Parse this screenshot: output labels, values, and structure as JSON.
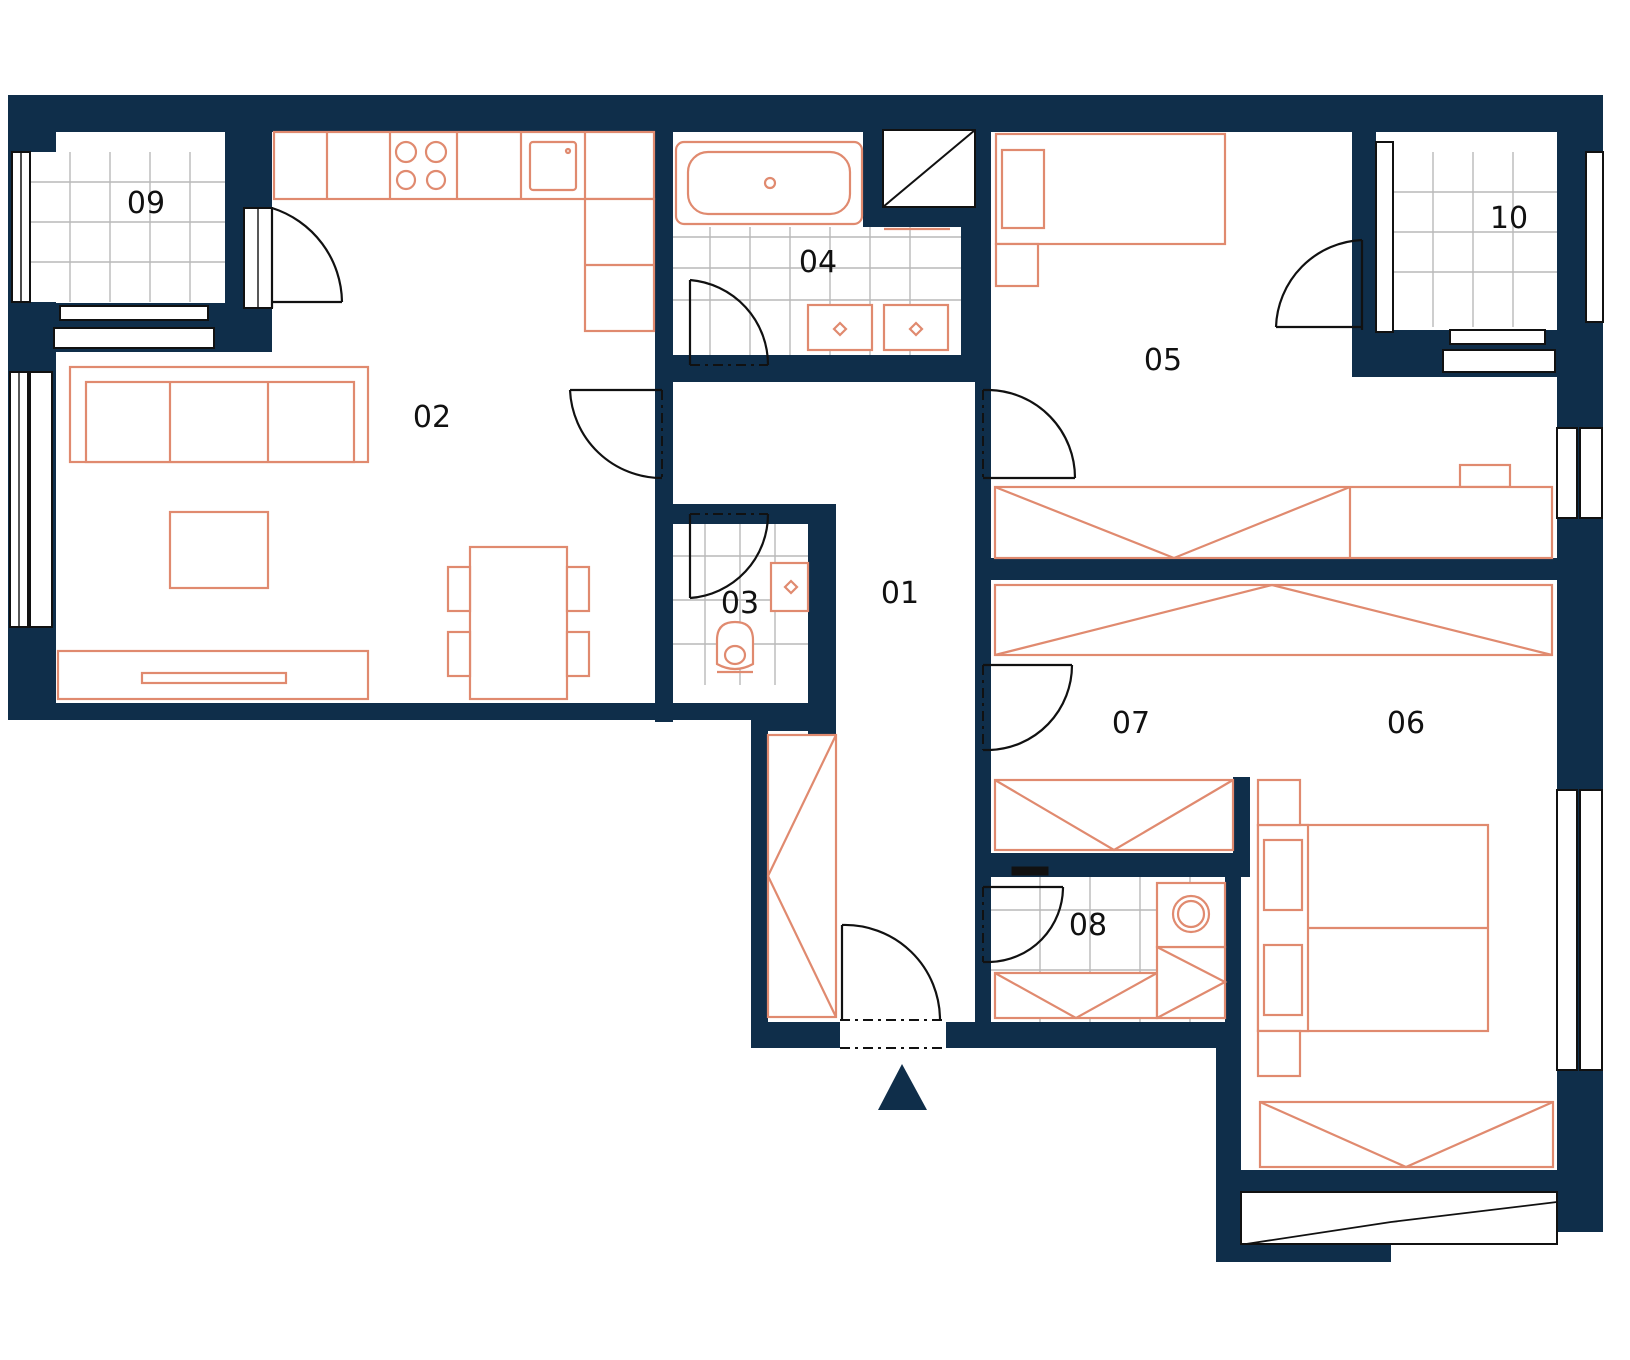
{
  "colors": {
    "wall": "#0f2e4a",
    "furniture": "#e08a6f",
    "line": "#111111",
    "tile_grid": "#b9b9b9",
    "background": "#ffffff"
  },
  "rooms": [
    {
      "id": "01",
      "label": "01"
    },
    {
      "id": "02",
      "label": "02"
    },
    {
      "id": "03",
      "label": "03"
    },
    {
      "id": "04",
      "label": "04"
    },
    {
      "id": "05",
      "label": "05"
    },
    {
      "id": "06",
      "label": "06"
    },
    {
      "id": "07",
      "label": "07"
    },
    {
      "id": "08",
      "label": "08"
    },
    {
      "id": "09",
      "label": "09"
    },
    {
      "id": "10",
      "label": "10"
    }
  ],
  "icons": {
    "entrance": "entrance-arrow-icon"
  }
}
